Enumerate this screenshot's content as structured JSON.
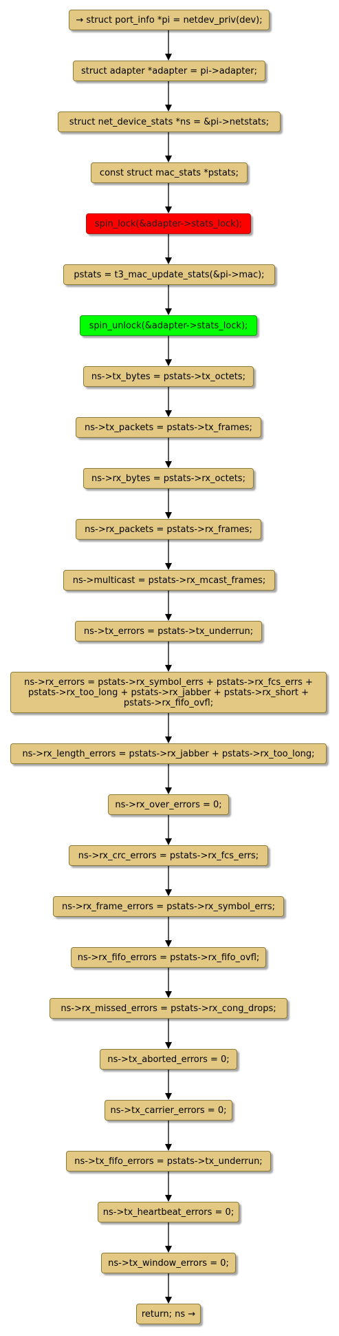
{
  "nodes": [
    {
      "text": "→ struct port_info *pi = netdev_priv(dev);",
      "kind": "normal"
    },
    {
      "text": "struct adapter *adapter = pi->adapter;",
      "kind": "normal"
    },
    {
      "text": "struct net_device_stats *ns = &pi->netstats;",
      "kind": "normal"
    },
    {
      "text": "const struct mac_stats *pstats;",
      "kind": "normal"
    },
    {
      "text": "spin_lock(&adapter->stats_lock);",
      "kind": "lock"
    },
    {
      "text": "pstats = t3_mac_update_stats(&pi->mac);",
      "kind": "normal"
    },
    {
      "text": "spin_unlock(&adapter->stats_lock);",
      "kind": "unlock"
    },
    {
      "text": "ns->tx_bytes = pstats->tx_octets;",
      "kind": "normal"
    },
    {
      "text": "ns->tx_packets = pstats->tx_frames;",
      "kind": "normal"
    },
    {
      "text": "ns->rx_bytes = pstats->rx_octets;",
      "kind": "normal"
    },
    {
      "text": "ns->rx_packets = pstats->rx_frames;",
      "kind": "normal"
    },
    {
      "text": "ns->multicast = pstats->rx_mcast_frames;",
      "kind": "normal"
    },
    {
      "text": "ns->tx_errors = pstats->tx_underrun;",
      "kind": "normal"
    },
    {
      "text": "ns->rx_errors = pstats->rx_symbol_errs + pstats->rx_fcs_errs +\npstats->rx_too_long + pstats->rx_jabber + pstats->rx_short +\npstats->rx_fifo_ovfl;",
      "kind": "normal"
    },
    {
      "text": "ns->rx_length_errors = pstats->rx_jabber + pstats->rx_too_long;",
      "kind": "normal"
    },
    {
      "text": "ns->rx_over_errors = 0;",
      "kind": "normal"
    },
    {
      "text": "ns->rx_crc_errors = pstats->rx_fcs_errs;",
      "kind": "normal"
    },
    {
      "text": "ns->rx_frame_errors = pstats->rx_symbol_errs;",
      "kind": "normal"
    },
    {
      "text": "ns->rx_fifo_errors = pstats->rx_fifo_ovfl;",
      "kind": "normal"
    },
    {
      "text": "ns->rx_missed_errors = pstats->rx_cong_drops;",
      "kind": "normal"
    },
    {
      "text": "ns->tx_aborted_errors = 0;",
      "kind": "normal"
    },
    {
      "text": "ns->tx_carrier_errors = 0;",
      "kind": "normal"
    },
    {
      "text": "ns->tx_fifo_errors = pstats->tx_underrun;",
      "kind": "normal"
    },
    {
      "text": "ns->tx_heartbeat_errors = 0;",
      "kind": "normal"
    },
    {
      "text": "ns->tx_window_errors = 0;",
      "kind": "normal"
    },
    {
      "text": "return; ns →",
      "kind": "normal"
    }
  ],
  "colors": {
    "node_fill": "#e2c882",
    "node_border": "#8a7a3a",
    "lock_fill": "#ff0000",
    "unlock_fill": "#00ff00",
    "arrow": "#000000"
  }
}
